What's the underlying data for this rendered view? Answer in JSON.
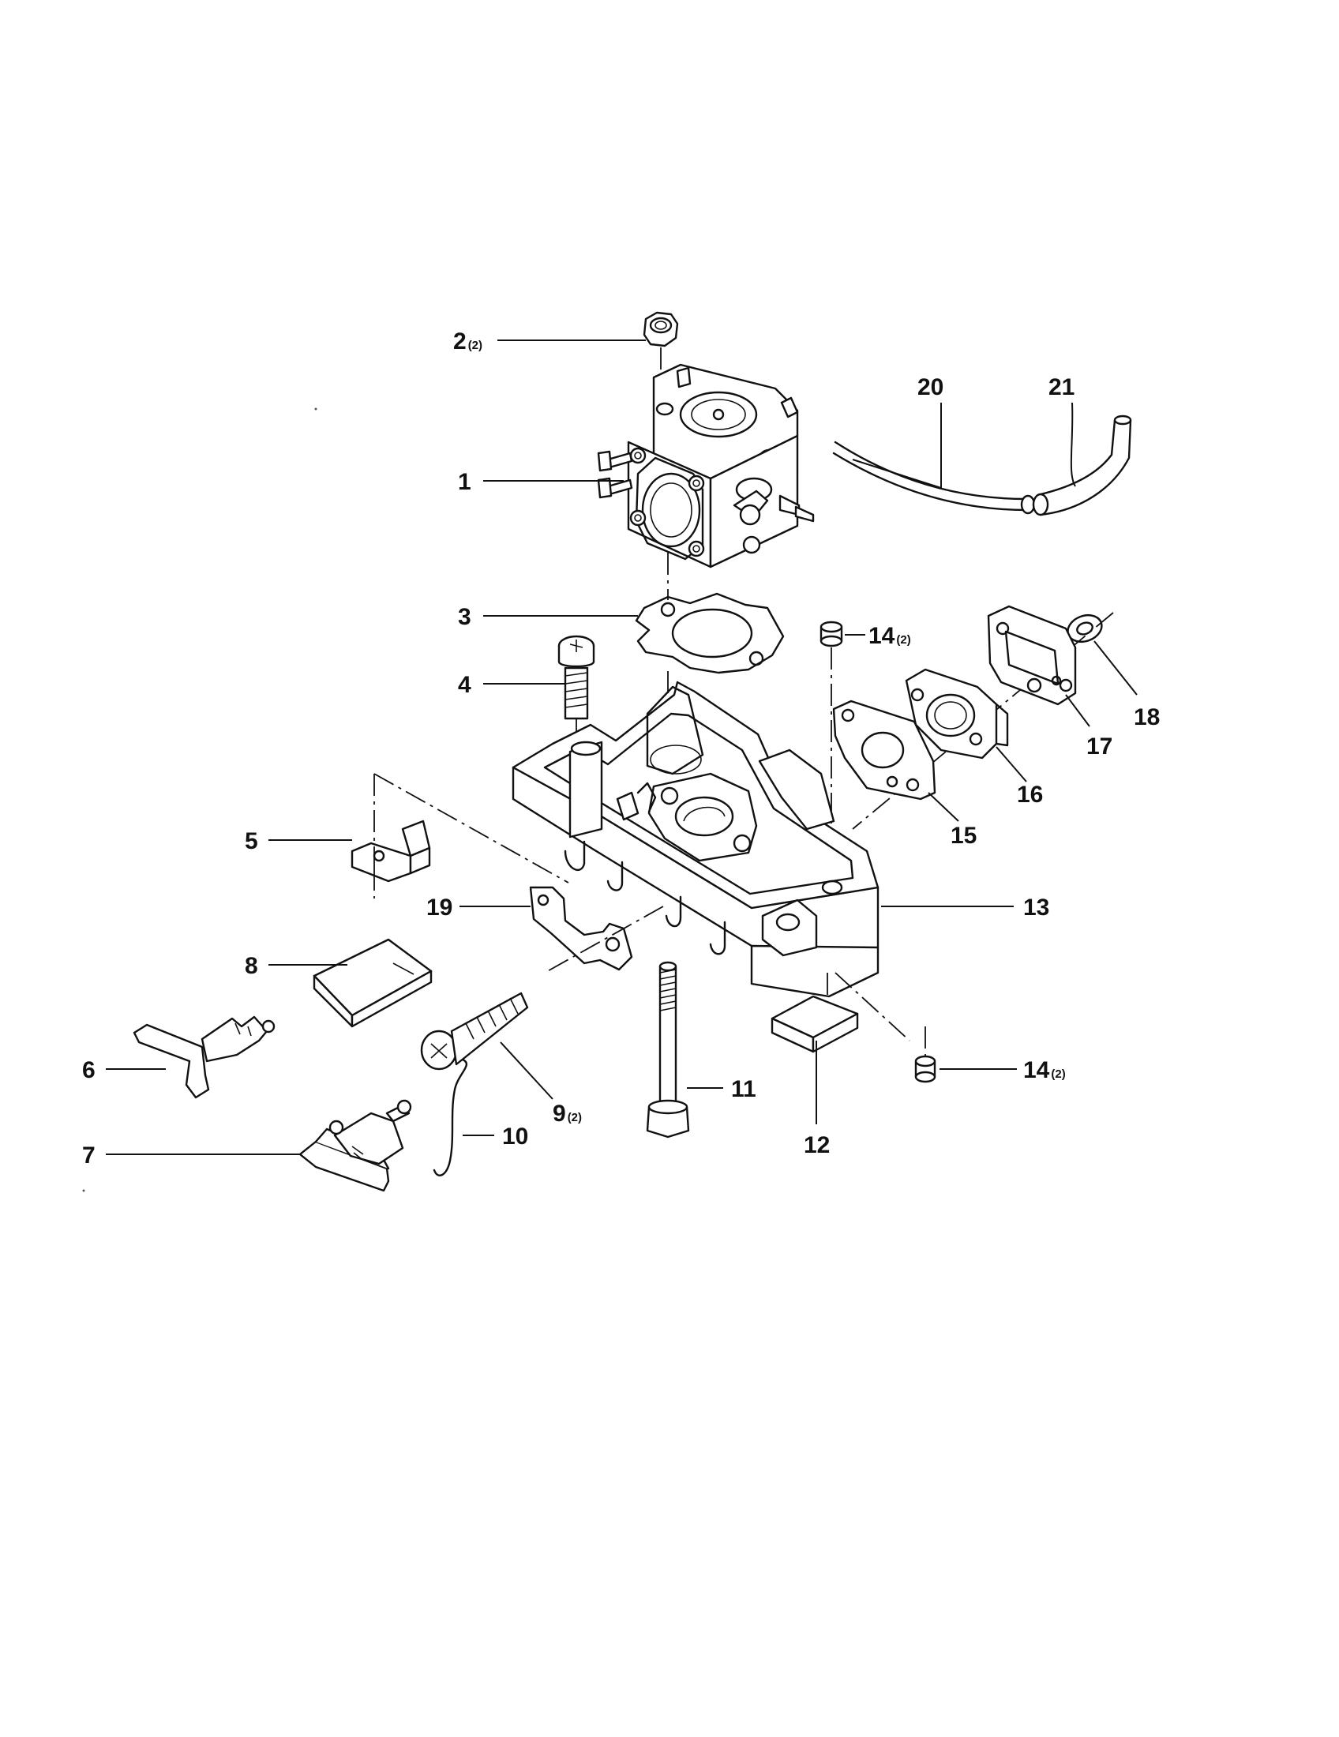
{
  "callouts": [
    {
      "id": "c2",
      "number": "2",
      "qty": "(2)"
    },
    {
      "id": "c1",
      "number": "1",
      "qty": ""
    },
    {
      "id": "c20",
      "number": "20",
      "qty": ""
    },
    {
      "id": "c21",
      "number": "21",
      "qty": ""
    },
    {
      "id": "c3",
      "number": "3",
      "qty": ""
    },
    {
      "id": "c14a",
      "number": "14",
      "qty": "(2)"
    },
    {
      "id": "c4",
      "number": "4",
      "qty": ""
    },
    {
      "id": "c18",
      "number": "18",
      "qty": ""
    },
    {
      "id": "c17",
      "number": "17",
      "qty": ""
    },
    {
      "id": "c16",
      "number": "16",
      "qty": ""
    },
    {
      "id": "c15",
      "number": "15",
      "qty": ""
    },
    {
      "id": "c5",
      "number": "5",
      "qty": ""
    },
    {
      "id": "c13",
      "number": "13",
      "qty": ""
    },
    {
      "id": "c19",
      "number": "19",
      "qty": ""
    },
    {
      "id": "c8",
      "number": "8",
      "qty": ""
    },
    {
      "id": "c6",
      "number": "6",
      "qty": ""
    },
    {
      "id": "c14b",
      "number": "14",
      "qty": "(2)"
    },
    {
      "id": "c11",
      "number": "11",
      "qty": ""
    },
    {
      "id": "c9",
      "number": "9",
      "qty": "(2)"
    },
    {
      "id": "c10",
      "number": "10",
      "qty": ""
    },
    {
      "id": "c12",
      "number": "12",
      "qty": ""
    },
    {
      "id": "c7",
      "number": "7",
      "qty": ""
    }
  ],
  "colors": {
    "ink": "#111111",
    "paper": "#ffffff"
  }
}
